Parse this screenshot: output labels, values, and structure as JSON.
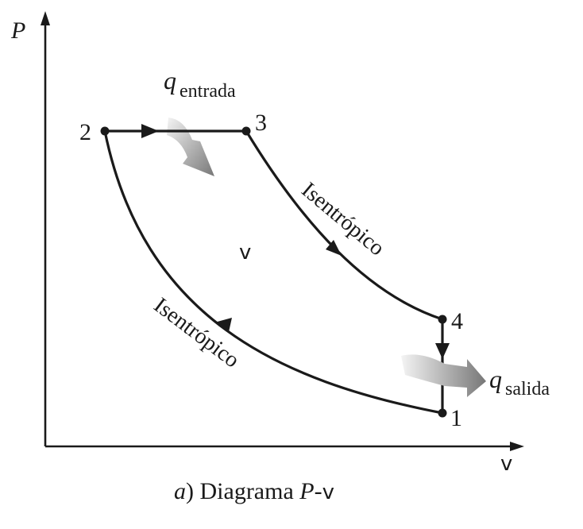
{
  "axes": {
    "y_label": "P",
    "x_label": "v"
  },
  "states": {
    "p1": "1",
    "p2": "2",
    "p3": "3",
    "p4": "4"
  },
  "processes": {
    "compression_label": "Isentrópico",
    "expansion_label": "Isentrópico"
  },
  "heat": {
    "in_symbol": "q",
    "in_subscript": "entrada",
    "out_symbol": "q",
    "out_subscript": "salida"
  },
  "center_symbol": "v",
  "caption": {
    "prefix": "a",
    "paren": ")",
    "title": " Diagrama ",
    "var1": "P",
    "dash": "-",
    "var2": "v"
  },
  "colors": {
    "ink": "#1a1a1a",
    "heat_arrow_light": "#f2f2f2",
    "heat_arrow_dark": "#7a7a7a"
  }
}
